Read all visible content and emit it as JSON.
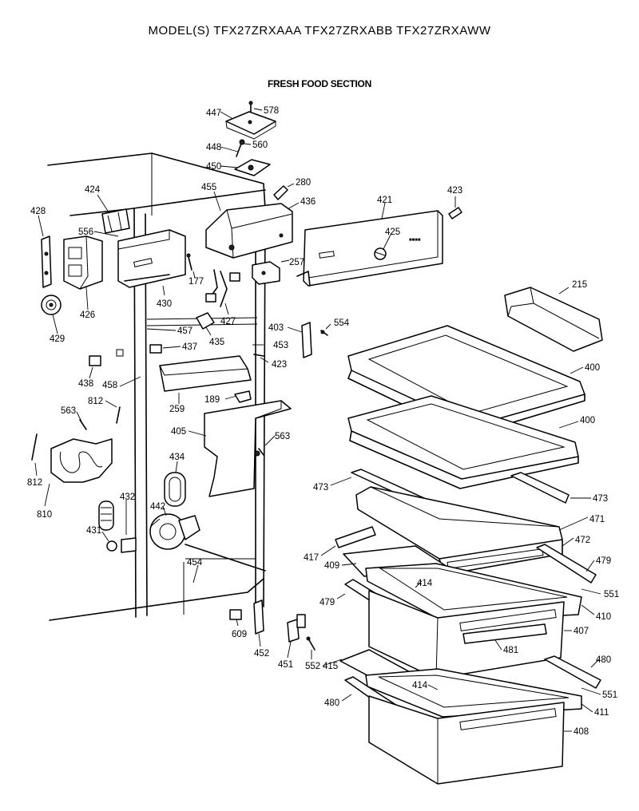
{
  "header": {
    "title": "MODEL(S) TFX27ZRXAAA  TFX27ZRXABB  TFX27ZRXAWW",
    "section": "FRESH FOOD SECTION"
  },
  "labels": [
    {
      "name": "part-label-447",
      "text": "447"
    },
    {
      "name": "part-label-578",
      "text": "578"
    },
    {
      "name": "part-label-448",
      "text": "448"
    },
    {
      "name": "part-label-560",
      "text": "560"
    },
    {
      "name": "part-label-450",
      "text": "450"
    },
    {
      "name": "part-label-280",
      "text": "280"
    },
    {
      "name": "part-label-424",
      "text": "424"
    },
    {
      "name": "part-label-455",
      "text": "455"
    },
    {
      "name": "part-label-436",
      "text": "436"
    },
    {
      "name": "part-label-421",
      "text": "421"
    },
    {
      "name": "part-label-423-a",
      "text": "423"
    },
    {
      "name": "part-label-428",
      "text": "428"
    },
    {
      "name": "part-label-556",
      "text": "556"
    },
    {
      "name": "part-label-425",
      "text": "425"
    },
    {
      "name": "part-label-257",
      "text": "257"
    },
    {
      "name": "part-label-177",
      "text": "177"
    },
    {
      "name": "part-label-430",
      "text": "430"
    },
    {
      "name": "part-label-426",
      "text": "426"
    },
    {
      "name": "part-label-427",
      "text": "427"
    },
    {
      "name": "part-label-215",
      "text": "215"
    },
    {
      "name": "part-label-429",
      "text": "429"
    },
    {
      "name": "part-label-457",
      "text": "457"
    },
    {
      "name": "part-label-403",
      "text": "403"
    },
    {
      "name": "part-label-554",
      "text": "554"
    },
    {
      "name": "part-label-435",
      "text": "435"
    },
    {
      "name": "part-label-437",
      "text": "437"
    },
    {
      "name": "part-label-453",
      "text": "453"
    },
    {
      "name": "part-label-423-b",
      "text": "423"
    },
    {
      "name": "part-label-400-a",
      "text": "400"
    },
    {
      "name": "part-label-438",
      "text": "438"
    },
    {
      "name": "part-label-458",
      "text": "458"
    },
    {
      "name": "part-label-812-a",
      "text": "812"
    },
    {
      "name": "part-label-189",
      "text": "189"
    },
    {
      "name": "part-label-259",
      "text": "259"
    },
    {
      "name": "part-label-563-a",
      "text": "563"
    },
    {
      "name": "part-label-400-b",
      "text": "400"
    },
    {
      "name": "part-label-405",
      "text": "405"
    },
    {
      "name": "part-label-563-b",
      "text": "563"
    },
    {
      "name": "part-label-434",
      "text": "434"
    },
    {
      "name": "part-label-812-b",
      "text": "812"
    },
    {
      "name": "part-label-473-a",
      "text": "473"
    },
    {
      "name": "part-label-473-b",
      "text": "473"
    },
    {
      "name": "part-label-432",
      "text": "432"
    },
    {
      "name": "part-label-442",
      "text": "442"
    },
    {
      "name": "part-label-810",
      "text": "810"
    },
    {
      "name": "part-label-471",
      "text": "471"
    },
    {
      "name": "part-label-431",
      "text": "431"
    },
    {
      "name": "part-label-472",
      "text": "472"
    },
    {
      "name": "part-label-417",
      "text": "417"
    },
    {
      "name": "part-label-479-a",
      "text": "479"
    },
    {
      "name": "part-label-454",
      "text": "454"
    },
    {
      "name": "part-label-409",
      "text": "409"
    },
    {
      "name": "part-label-414-a",
      "text": "414"
    },
    {
      "name": "part-label-551-a",
      "text": "551"
    },
    {
      "name": "part-label-479-b",
      "text": "479"
    },
    {
      "name": "part-label-410",
      "text": "410"
    },
    {
      "name": "part-label-609",
      "text": "609"
    },
    {
      "name": "part-label-407",
      "text": "407"
    },
    {
      "name": "part-label-481",
      "text": "481"
    },
    {
      "name": "part-label-452",
      "text": "452"
    },
    {
      "name": "part-label-451",
      "text": "451"
    },
    {
      "name": "part-label-552",
      "text": "552"
    },
    {
      "name": "part-label-415",
      "text": "415"
    },
    {
      "name": "part-label-480-a",
      "text": "480"
    },
    {
      "name": "part-label-414-b",
      "text": "414"
    },
    {
      "name": "part-label-551-b",
      "text": "551"
    },
    {
      "name": "part-label-480-b",
      "text": "480"
    },
    {
      "name": "part-label-411",
      "text": "411"
    },
    {
      "name": "part-label-408",
      "text": "408"
    }
  ]
}
